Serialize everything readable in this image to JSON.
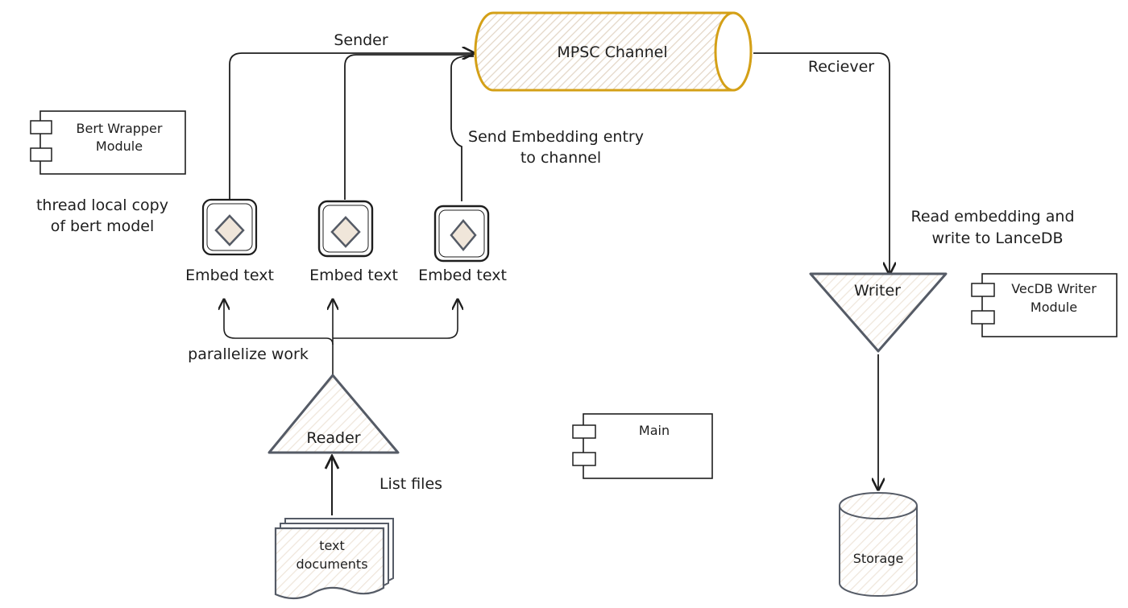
{
  "labels": {
    "sender": "Sender",
    "channel": "MPSC Channel",
    "receiver": "Reciever",
    "send_entry_line1": "Send Embedding entry",
    "send_entry_line2": "to channel",
    "bert_module_line1": "Bert Wrapper",
    "bert_module_line2": "Module",
    "thread_local_line1": "thread local copy",
    "thread_local_line2": "of bert model",
    "embed_text_1": "Embed text",
    "embed_text_2": "Embed text",
    "embed_text_3": "Embed text",
    "parallelize": "parallelize work",
    "reader": "Reader",
    "list_files": "List files",
    "text_docs_line1": "text",
    "text_docs_line2": "documents",
    "main_module": "Main",
    "read_write_line1": "Read embedding and",
    "read_write_line2": "write to LanceDB",
    "writer": "Writer",
    "vecdb_module_line1": "VecDB Writer",
    "vecdb_module_line2": "Module",
    "storage": "Storage"
  },
  "colors": {
    "ink": "#1e1e1e",
    "channel_stroke": "#d4a017",
    "hatch": "#e8ddd0",
    "shape_stroke": "#555b66",
    "background": "#ffffff"
  },
  "icons": {
    "component": "uml-component-icon",
    "process": "diamond-process-icon"
  }
}
